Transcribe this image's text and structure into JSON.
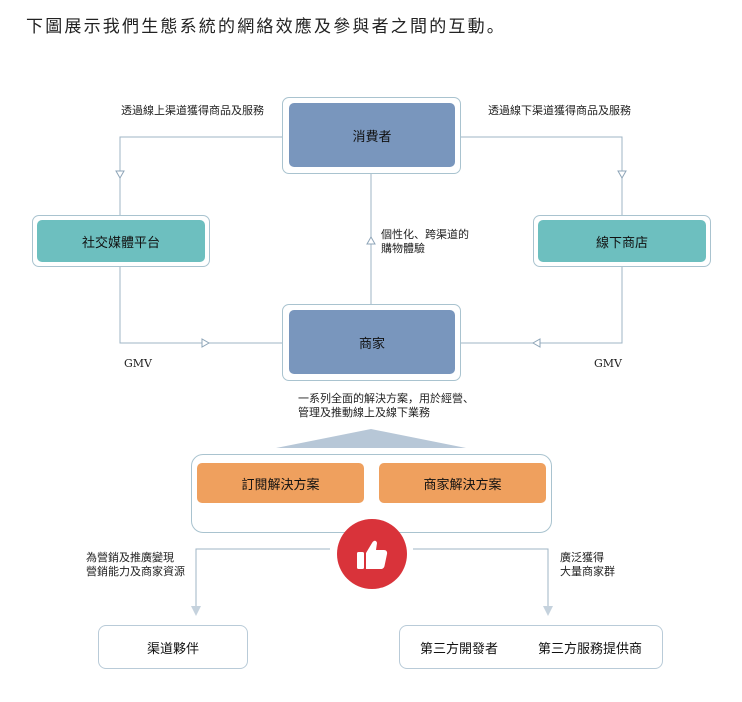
{
  "heading": "下圖展示我們生態系統的網絡效應及參與者之間的互動。",
  "nodes": {
    "consumer": "消費者",
    "social_media": "社交媒體平台",
    "offline_store": "線下商店",
    "merchant": "商家"
  },
  "edge_labels": {
    "online_channels": "透過線上渠道獲得商品及服務",
    "offline_channels": "透過線下渠道獲得商品及服務",
    "experience_line1": "個性化、跨渠道的",
    "experience_line2": "購物體驗",
    "gmv_left": "GMV",
    "gmv_right": "GMV"
  },
  "solutions": {
    "description_line1": "一系列全面的解決方案，用於經營、",
    "description_line2": "管理及推動線上及線下業務",
    "subscription": "訂閱解決方案",
    "merchant": "商家解決方案"
  },
  "outcomes": {
    "left_line1": "為營銷及推廣變現",
    "left_line2": "營銷能力及商家資源",
    "right_line1": "廣泛獲得",
    "right_line2": "大量商家群",
    "channel_partners": "渠道夥伴",
    "third_party_developers": "第三方開發者",
    "third_party_providers": "第三方服務提供商"
  },
  "colors": {
    "consumer_merchant": "#7996bd",
    "platform_store": "#6dbfbf",
    "solution": "#efa05e",
    "thumb_circle": "#d9333a",
    "connector": "#9fb4c5"
  },
  "icons": {
    "thumb": "thumbs-up-icon"
  }
}
